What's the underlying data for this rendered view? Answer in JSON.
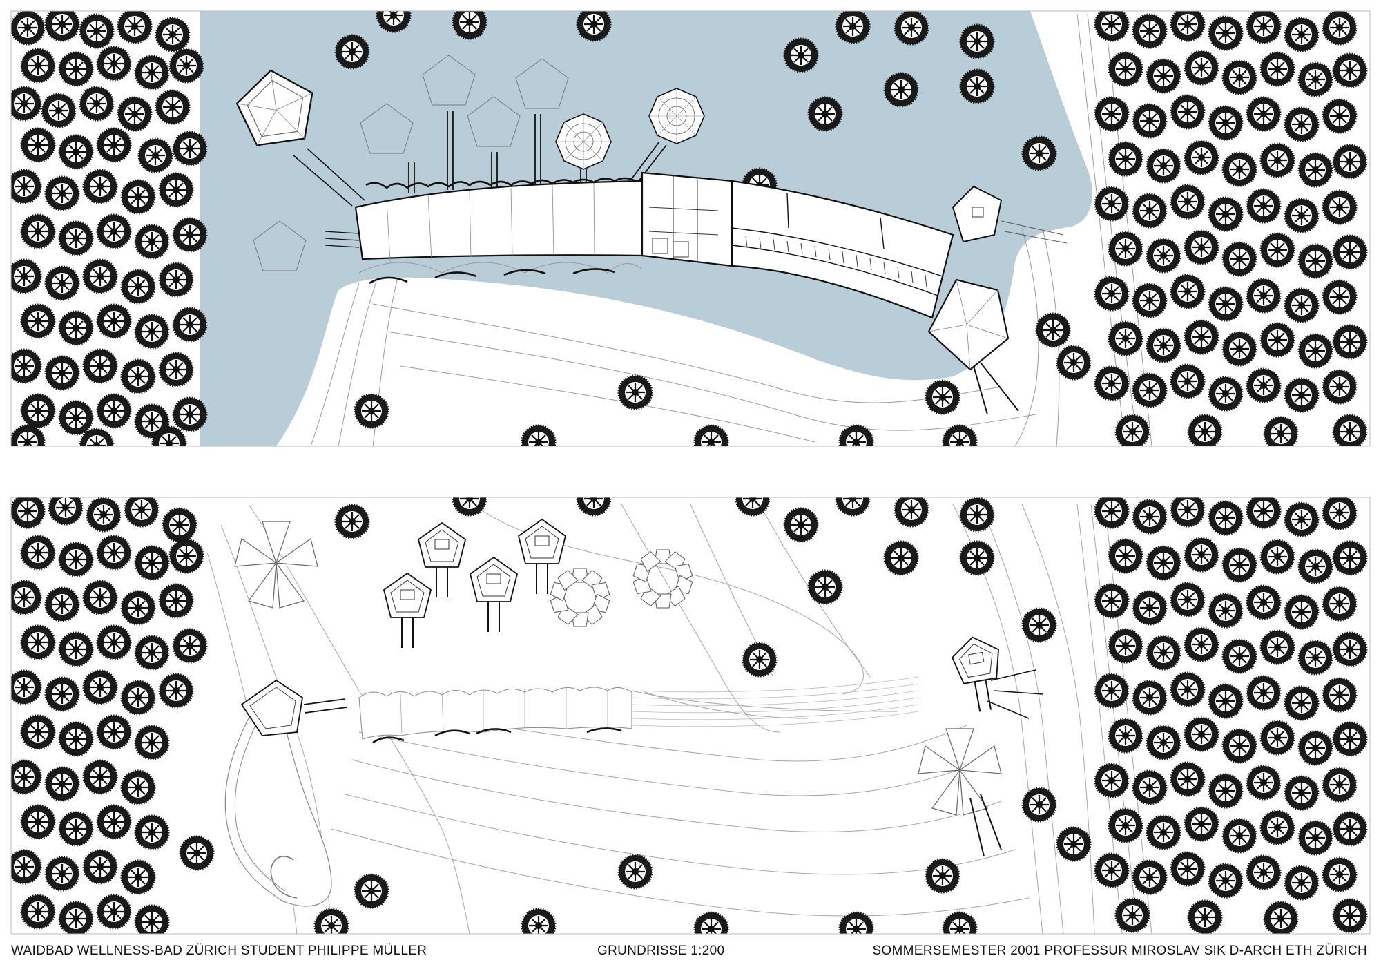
{
  "footer": {
    "left": "WAIDBAD  WELLNESS-BAD ZÜRICH  STUDENT PHILIPPE MÜLLER",
    "center": "GRUNDRISSE  1:200",
    "right": "SOMMERSEMESTER 2001 PROFESSUR MIROSLAV SIK D-ARCH ETH ZÜRICH"
  },
  "colors": {
    "water": "#b9cdd8",
    "line": "#111111",
    "contour": "#9a9a9a",
    "paper": "#ffffff"
  },
  "icons": {
    "tree": "tree-canopy-icon",
    "pavilion": "pentagon-pavilion-icon"
  }
}
